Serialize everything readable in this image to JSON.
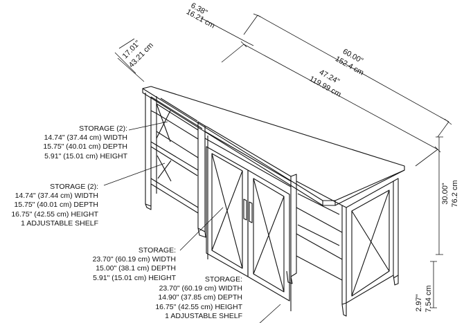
{
  "dimensions": {
    "overall_width_in": "60.00\"",
    "overall_width_cm": "152.4 cm",
    "top_width_in": "47.24\"",
    "top_width_cm": "119.99 cm",
    "depth_in": "17.01\"",
    "depth_cm": "43.21 cm",
    "top_offset_in": "6.38\"",
    "top_offset_cm": "16.21 cm",
    "height_in": "30.00\"",
    "height_cm": "76.2 cm",
    "clearance_in": "2.97\"",
    "clearance_cm": "7.54 cm"
  },
  "callouts": [
    {
      "lines": [
        "STORAGE (2):",
        "14.74\" (37.44 cm) WIDTH",
        "15.75\" (40.01 cm) DEPTH",
        "5.91\" (15.01 cm) HEIGHT"
      ]
    },
    {
      "lines": [
        "STORAGE (2):",
        "14.74\" (37.44 cm) WIDTH",
        "15.75\" (40.01 cm) DEPTH",
        "16.75\" (42.55 cm) HEIGHT",
        "1 ADJUSTABLE SHELF"
      ]
    },
    {
      "lines": [
        "STORAGE:",
        "23.70\" (60.19 cm) WIDTH",
        "15.00\" (38.1 cm) DEPTH",
        "5.91\" (15.01 cm) HEIGHT"
      ]
    },
    {
      "lines": [
        "STORAGE:",
        "23.70\" (60.19 cm) WIDTH",
        "14.90\" (37.85 cm) DEPTH",
        "16.75\" (42.55 cm) HEIGHT",
        "1 ADJUSTABLE SHELF"
      ]
    }
  ]
}
